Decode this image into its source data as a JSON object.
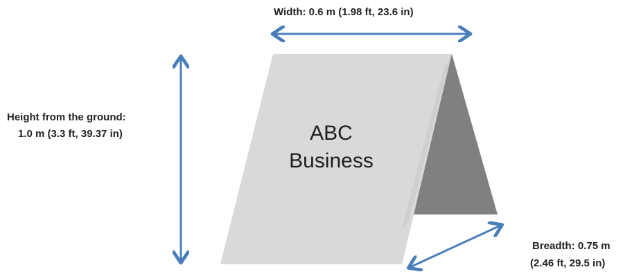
{
  "dimensions": {
    "width_label": "Width: 0.6 m (1.98 ft, 23.6 in)",
    "height_label_line1": "Height from the ground:",
    "height_label_line2": "1.0 m (3.3 ft, 39.37 in)",
    "breadth_label_line1": "Breadth: 0.75 m",
    "breadth_label_line2": "(2.46 ft, 29.5 in)"
  },
  "sign": {
    "text_line1": "ABC",
    "text_line2": "Business"
  },
  "colors": {
    "arrow": "#4a7ebb",
    "front_panel": "#d9d9d9",
    "side_panel": "#808080",
    "text": "#222222"
  }
}
